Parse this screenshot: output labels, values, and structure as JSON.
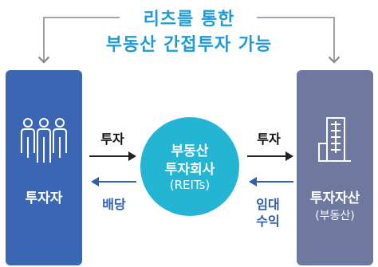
{
  "title": {
    "line1": "리츠를 통한",
    "line2": "부동산 간접투자 가능"
  },
  "investor": {
    "label": "투자자",
    "icon": "people-icon"
  },
  "reit": {
    "line1": "부동산",
    "line2": "투자회사",
    "line3": "(REITs)"
  },
  "asset": {
    "label": "투자자산",
    "sub": "(부동산)",
    "icon": "building-icon"
  },
  "flows": {
    "invest_left": "투자",
    "invest_right": "투자",
    "dividend": "배당",
    "rent_line1": "임대",
    "rent_line2": "수익"
  },
  "colors": {
    "title": "#1d9bd6",
    "investor_box": "#3a66b4",
    "asset_box": "#6f789f",
    "reit_circle": "#24b4d4",
    "return_arrow": "#2f60ae"
  }
}
